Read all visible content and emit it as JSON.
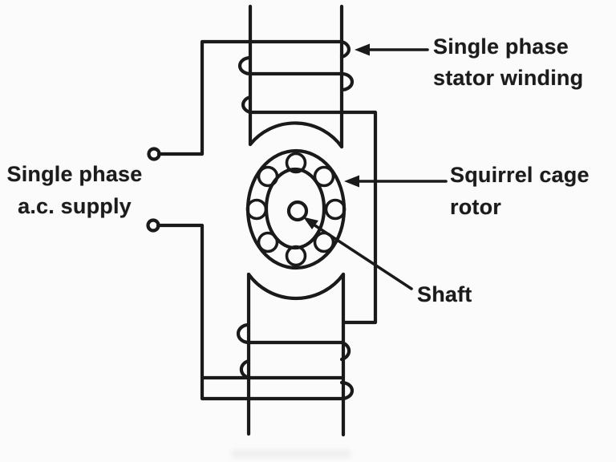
{
  "diagram": {
    "type": "single-phase-induction-motor-schematic",
    "labels": {
      "supply": {
        "line1": "Single phase",
        "line2": "a.c. supply"
      },
      "stator": {
        "line1": "Single phase",
        "line2": "stator winding"
      },
      "rotor": {
        "line1": "Squirrel cage",
        "line2": "rotor"
      },
      "shaft": {
        "line1": "Shaft"
      }
    },
    "colors": {
      "ink": "#1a1a1a",
      "paper": "#fbfbfb",
      "text": "#1b1b1b"
    }
  }
}
